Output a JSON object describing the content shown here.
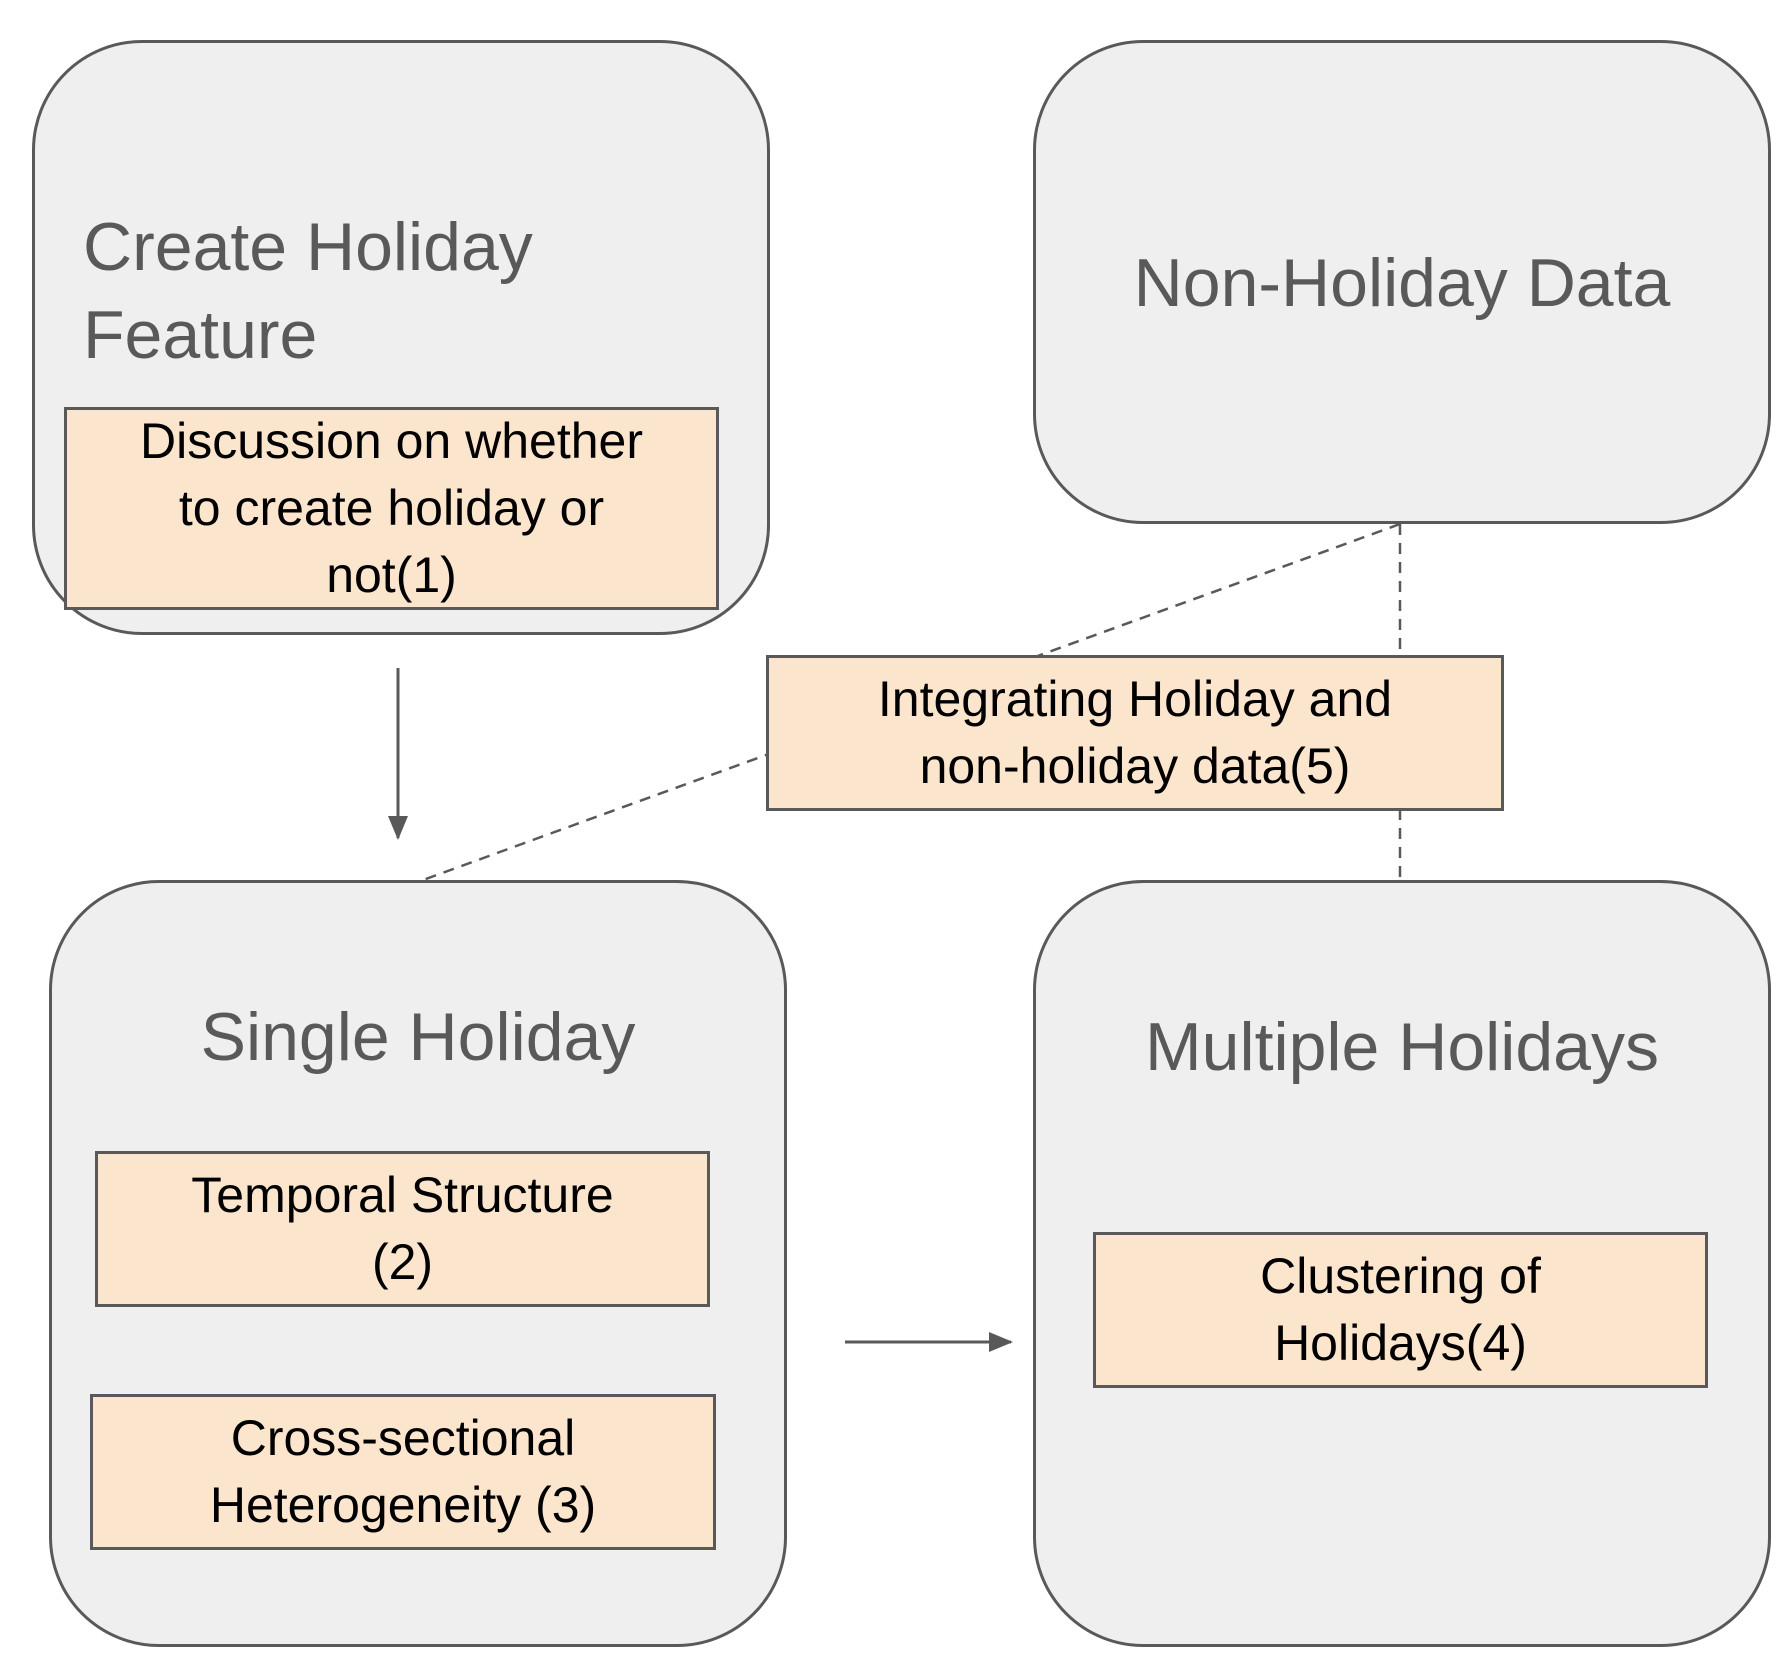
{
  "colors": {
    "group_fill": "#efefef",
    "group_border": "#595959",
    "group_title": "#595959",
    "task_fill": "#fce5cd",
    "task_border": "#595959",
    "task_text": "#000000",
    "connector": "#595959"
  },
  "groups": {
    "create_holiday": {
      "title_line1": "Create Holiday",
      "title_line2": "Feature"
    },
    "non_holiday": {
      "title": "Non-Holiday Data"
    },
    "single_holiday": {
      "title": "Single Holiday"
    },
    "multiple_holidays": {
      "title": "Multiple Holidays"
    }
  },
  "tasks": {
    "discussion": {
      "line1": "Discussion on whether",
      "line2": "to create holiday or",
      "line3": "not(1)"
    },
    "temporal": {
      "line1": "Temporal Structure",
      "line2": "(2)"
    },
    "cross_sectional": {
      "line1": "Cross-sectional",
      "line2": "Heterogeneity (3)"
    },
    "clustering": {
      "line1": "Clustering of",
      "line2": "Holidays(4)"
    },
    "integrating": {
      "line1": "Integrating Holiday and",
      "line2": "non-holiday data(5)"
    }
  },
  "connectors": [
    {
      "from": "Create Holiday Feature",
      "to": "Single Holiday",
      "style": "solid-arrow"
    },
    {
      "from": "Single Holiday",
      "to": "Multiple Holidays",
      "style": "solid-arrow"
    },
    {
      "from": "Non-Holiday Data",
      "to": "Single Holiday",
      "style": "dashed",
      "via": "Integrating Holiday and non-holiday data(5)"
    },
    {
      "from": "Non-Holiday Data",
      "to": "Multiple Holidays",
      "style": "dashed",
      "via": "Integrating Holiday and non-holiday data(5)"
    }
  ]
}
